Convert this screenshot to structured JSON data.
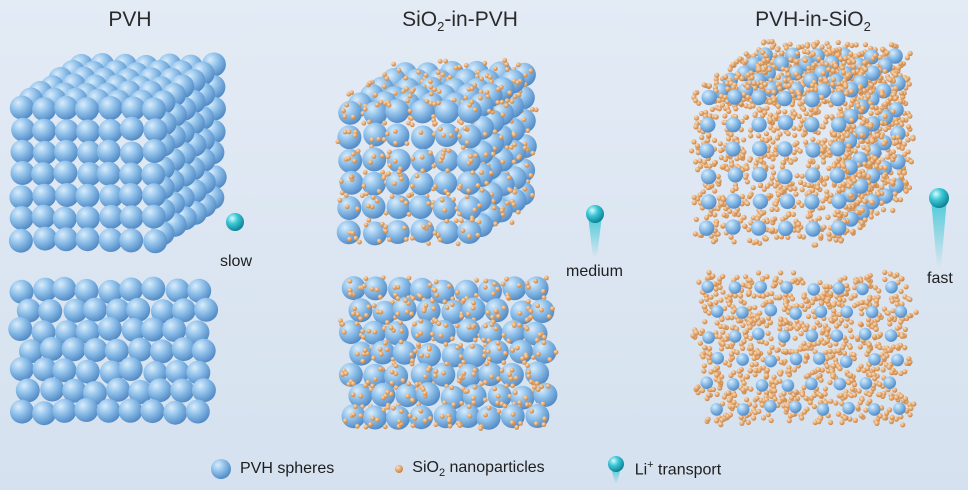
{
  "titles": {
    "pvh": "PVH",
    "sio2_in_pvh_prefix": "SiO",
    "sio2_in_pvh_sub": "2",
    "sio2_in_pvh_suffix": "-in-PVH",
    "pvh_in_sio2_prefix": "PVH-in-SiO",
    "pvh_in_sio2_sub": "2"
  },
  "speeds": {
    "pvh": "slow",
    "sio2_in_pvh": "medium",
    "pvh_in_sio2": "fast"
  },
  "legend": {
    "pvh_spheres": "PVH spheres",
    "sio2_prefix": "SiO",
    "sio2_sub": "2",
    "sio2_suffix": " nanoparticles",
    "li_prefix": "Li",
    "li_sup": "+",
    "li_suffix": " transport"
  },
  "colors": {
    "background": "#dbe5f1",
    "pvh_sphere": "#7fb3e3",
    "sio2_particle": "#e0a46b",
    "li_ion": "#2ec4d0"
  }
}
